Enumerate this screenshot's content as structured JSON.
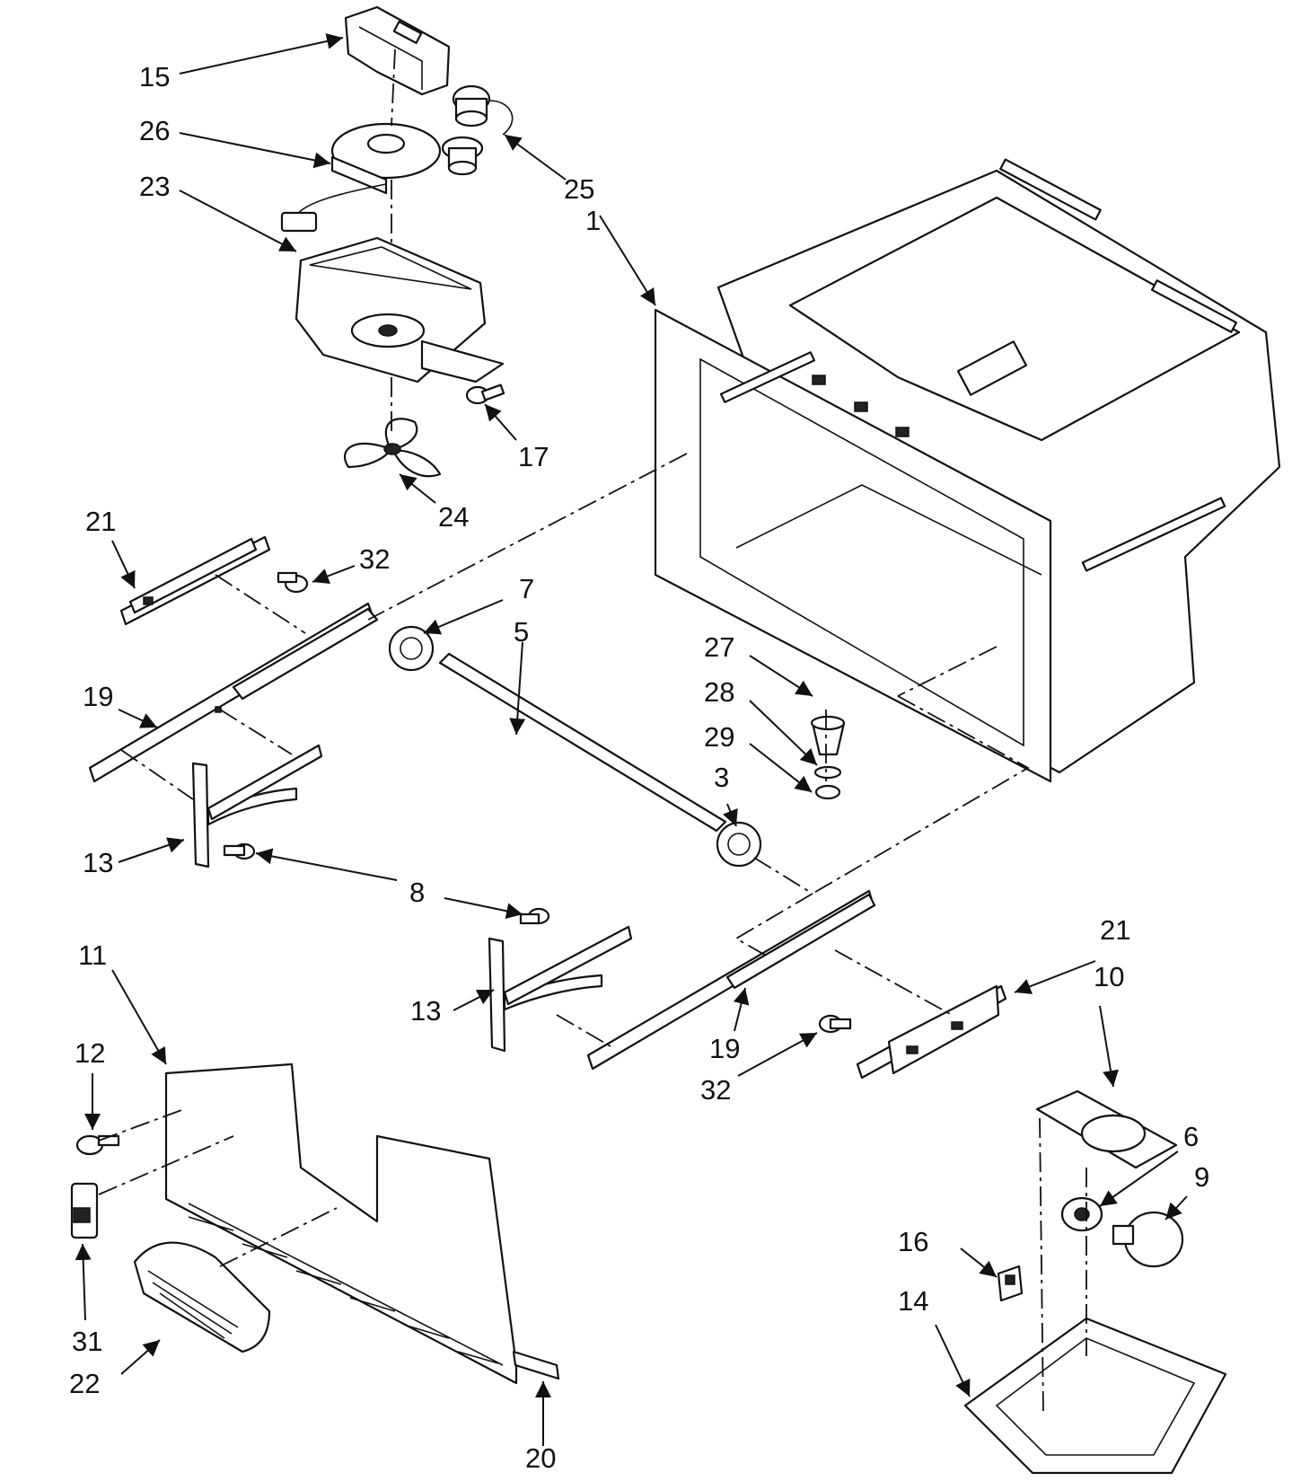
{
  "callouts": [
    {
      "id": "c15",
      "text": "15"
    },
    {
      "id": "c26",
      "text": "26"
    },
    {
      "id": "c23",
      "text": "23"
    },
    {
      "id": "c25",
      "text": "25"
    },
    {
      "id": "c1",
      "text": "1"
    },
    {
      "id": "c17",
      "text": "17"
    },
    {
      "id": "c24",
      "text": "24"
    },
    {
      "id": "c21a",
      "text": "21"
    },
    {
      "id": "c32a",
      "text": "32"
    },
    {
      "id": "c7",
      "text": "7"
    },
    {
      "id": "c5",
      "text": "5"
    },
    {
      "id": "c27",
      "text": "27"
    },
    {
      "id": "c28",
      "text": "28"
    },
    {
      "id": "c29",
      "text": "29"
    },
    {
      "id": "c3",
      "text": "3"
    },
    {
      "id": "c19a",
      "text": "19"
    },
    {
      "id": "c13a",
      "text": "13"
    },
    {
      "id": "c8",
      "text": "8"
    },
    {
      "id": "c11",
      "text": "11"
    },
    {
      "id": "c21b",
      "text": "21"
    },
    {
      "id": "c10",
      "text": "10"
    },
    {
      "id": "c13b",
      "text": "13"
    },
    {
      "id": "c12",
      "text": "12"
    },
    {
      "id": "c19b",
      "text": "19"
    },
    {
      "id": "c32b",
      "text": "32"
    },
    {
      "id": "c6",
      "text": "6"
    },
    {
      "id": "c9",
      "text": "9"
    },
    {
      "id": "c16",
      "text": "16"
    },
    {
      "id": "c14",
      "text": "14"
    },
    {
      "id": "c31",
      "text": "31"
    },
    {
      "id": "c22",
      "text": "22"
    },
    {
      "id": "c20",
      "text": "20"
    }
  ]
}
